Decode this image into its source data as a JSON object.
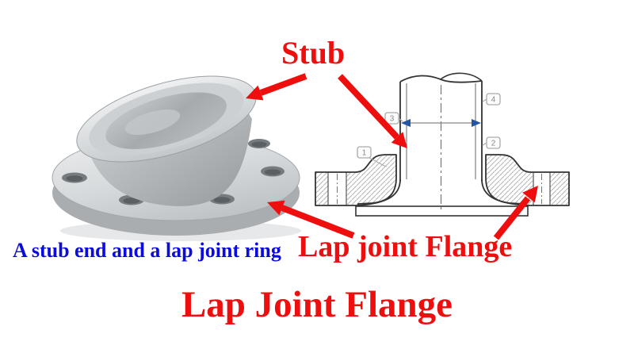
{
  "title": {
    "text": "Lap Joint Flange"
  },
  "labels": {
    "stub": "Stub",
    "lap_joint_flange": "Lap joint Flange",
    "photo_caption": "A stub end and a lap joint ring"
  },
  "diagram": {
    "callouts": [
      "1",
      "2",
      "3",
      "4"
    ]
  },
  "colors": {
    "label_red": "#EE0E0E",
    "caption_blue": "#0B0BDD",
    "dim_arrow_blue": "#2453A2",
    "drawing_line": "#333333",
    "hatch_gray": "#B7B7B7"
  }
}
